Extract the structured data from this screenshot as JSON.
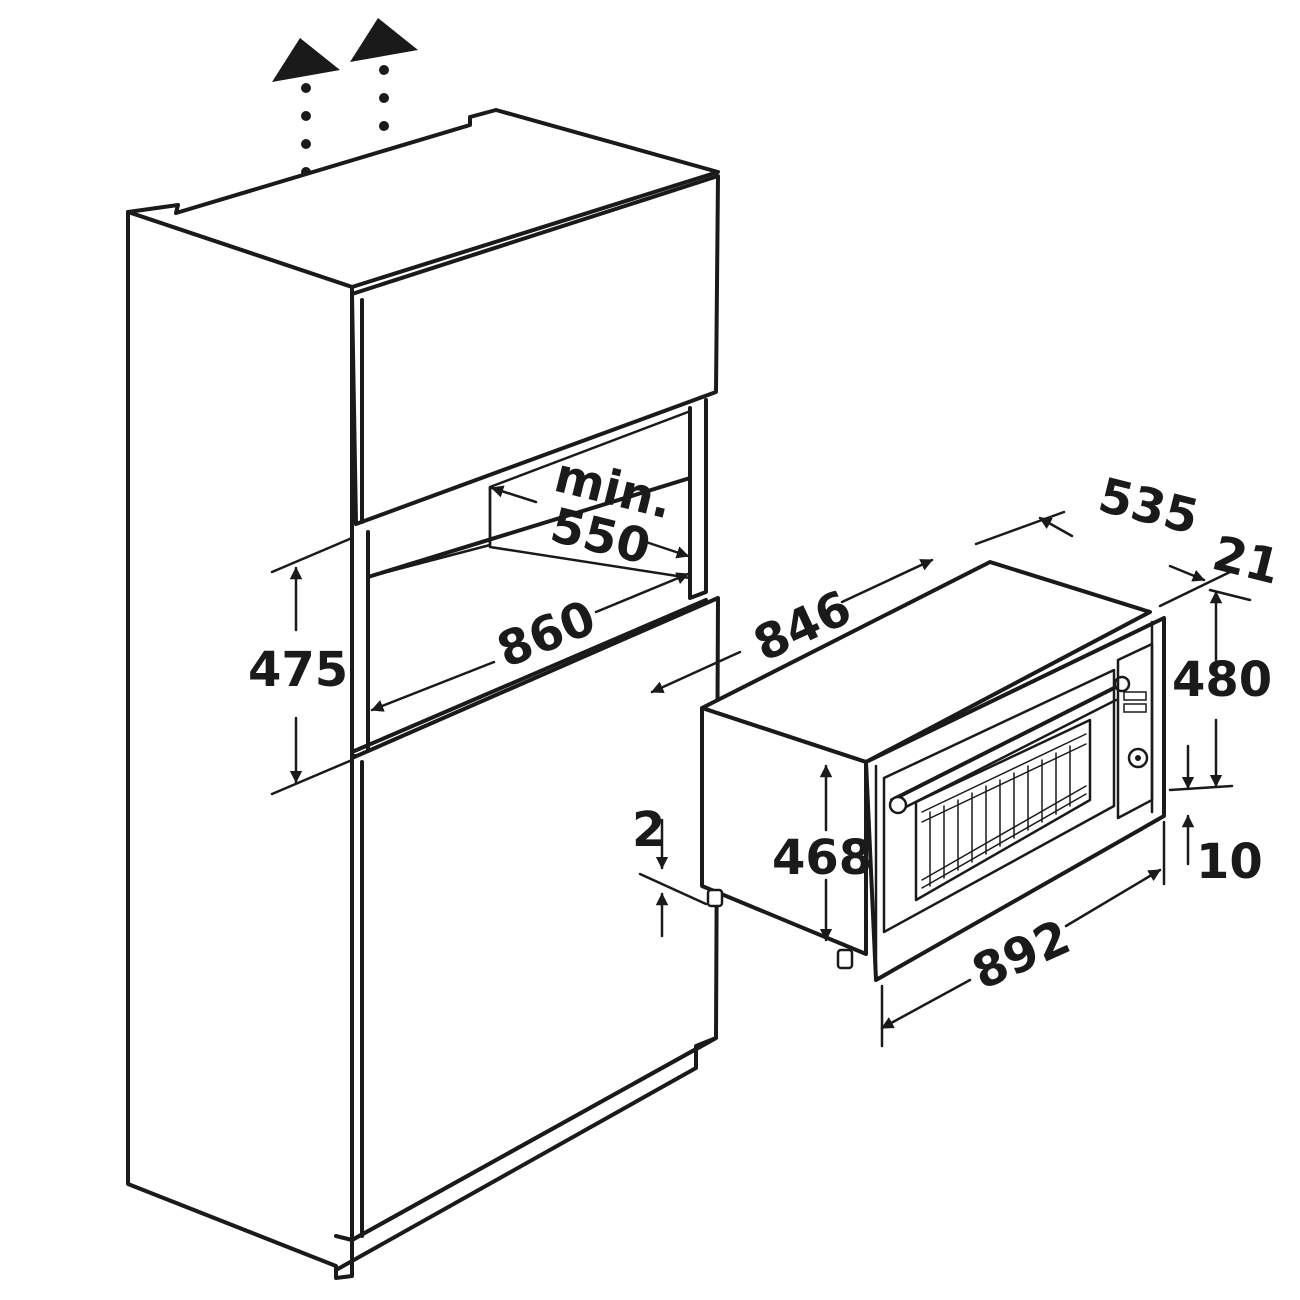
{
  "dimensions": {
    "cabinet": {
      "depth_min_label": "min.",
      "depth_min_value": "550",
      "width": "860",
      "niche_height": "475"
    },
    "oven": {
      "width_body": "846",
      "depth": "535",
      "front_thickness": "21",
      "front_height": "480",
      "body_height": "468",
      "front_overlap": "10",
      "foot_gap": "2",
      "front_width": "892"
    }
  },
  "icons": {
    "airflow": "airflow-arrow-icon"
  },
  "colors": {
    "line": "#1a1a1a",
    "background": "#ffffff"
  }
}
